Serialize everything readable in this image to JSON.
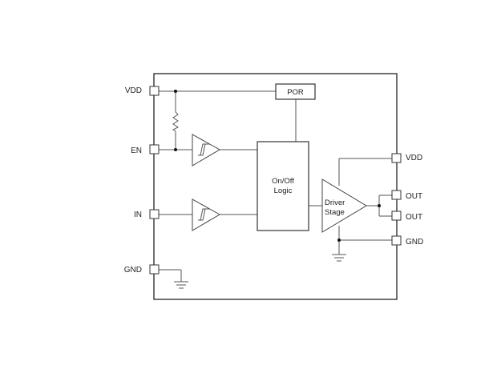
{
  "pins_left": {
    "vdd": "VDD",
    "en": "EN",
    "in": "IN",
    "gnd": "GND"
  },
  "pins_right": {
    "vdd": "VDD",
    "out1": "OUT",
    "out2": "OUT",
    "gnd": "GND"
  },
  "blocks": {
    "por": "POR",
    "logic_line1": "On/Off",
    "logic_line2": "Logic",
    "driver_line1": "Driver",
    "driver_line2": "Stage"
  },
  "icons": [
    "resistor-icon",
    "schmitt-trigger-icon",
    "ground-icon"
  ]
}
